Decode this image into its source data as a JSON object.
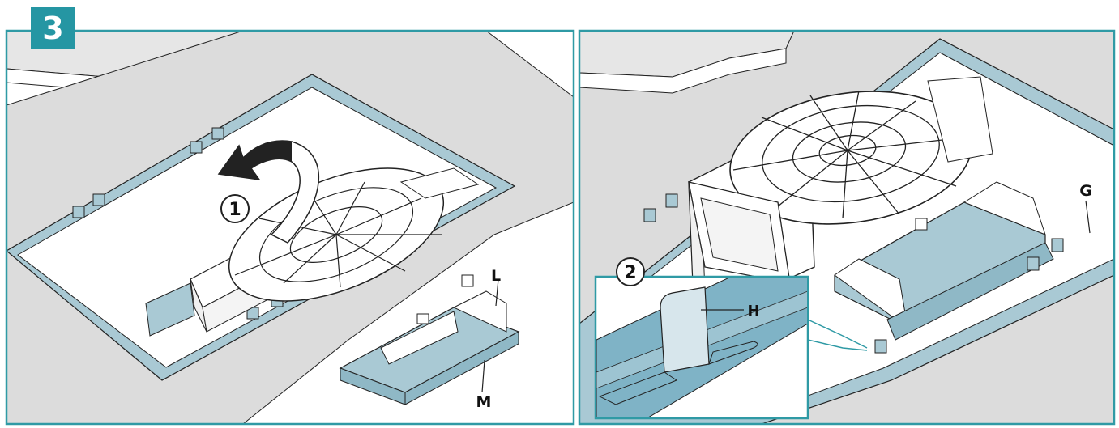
{
  "step_badge": "3",
  "colors": {
    "frame": "#2f9aa5",
    "badge": "#2596a3",
    "panel_gray": "#dcdcdc",
    "steel_blue": "#a9c9d4",
    "inset_blue": "#7fb3c6",
    "line": "#1a1a1a"
  },
  "callouts": {
    "one": "1",
    "two": "2"
  },
  "labels": {
    "L": "L",
    "M": "M",
    "G": "G",
    "H": "H"
  },
  "icons": [
    "rotate-arrow-icon"
  ]
}
